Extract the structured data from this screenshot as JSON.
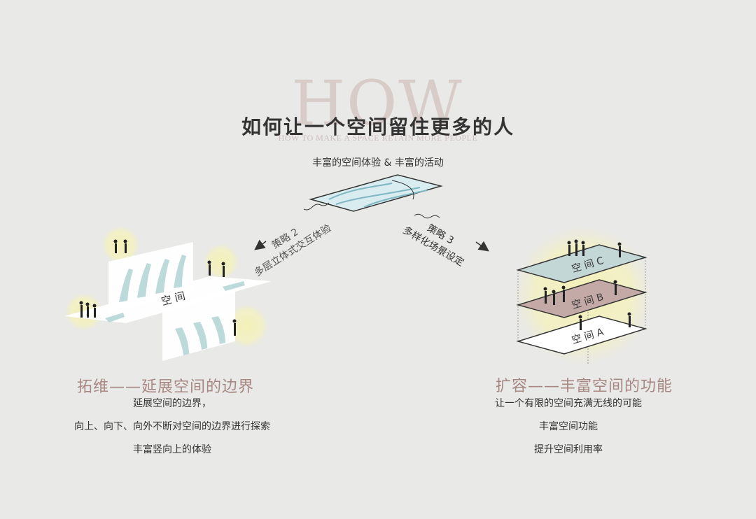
{
  "header": {
    "bg_word": "HOW",
    "bg_subtitle": "HOW TO MAKE A SPACE RETAIN MORE PEOPLE",
    "title": "如何让一个空间留住更多的人",
    "subtitle": "丰富的空间体验 & 丰富的活动"
  },
  "strategies": {
    "s2": {
      "label": "策略 2",
      "text": "多层立体式交互体验"
    },
    "s3": {
      "label": "策略 3",
      "text": "多样化场景设定"
    }
  },
  "left": {
    "diagram_label": "空 间",
    "heading": "拓维——延展空间的边界",
    "lines": [
      "延展空间的边界，",
      "向上、向下、向外不断对空间的边界进行探索",
      "丰富竖向上的体验"
    ]
  },
  "right": {
    "layers": [
      "空 间 C",
      "空 间 B",
      "空 间 A"
    ],
    "heading": "扩容——丰富空间的功能",
    "lines": [
      "让一个有限的空间充满无线的可能",
      "丰富空间功能",
      "提升空间利用率"
    ]
  },
  "colors": {
    "glow": "#f2f0c0",
    "layer_c": "#c3d7d6",
    "layer_b": "#c4aaa6",
    "layer_a": "#ffffff",
    "arrow_teal": "#bcdad9",
    "accent": "#a68782"
  }
}
